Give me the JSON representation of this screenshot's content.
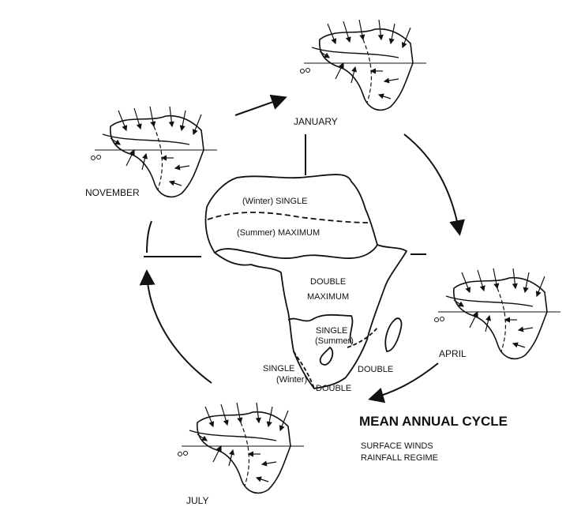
{
  "title": "MEAN ANNUAL CYCLE",
  "subtitle_lines": [
    "SURFACE WINDS",
    "RAINFALL REGIME"
  ],
  "months": {
    "january": "JANUARY",
    "april": "APRIL",
    "july": "JULY",
    "november": "NOVEMBER"
  },
  "regimes": {
    "north_winter": "(Winter) SINGLE",
    "north_summer": "(Summer) MAXIMUM",
    "double_1": "DOUBLE",
    "double_2": "MAXIMUM",
    "single_summer_1": "SINGLE",
    "single_summer_2": "(Summer)",
    "single_winter_1": "SINGLE",
    "single_winter_2": "(Winter)",
    "double_east": "DOUBLE",
    "double_south": "DOUBLE"
  },
  "colors": {
    "ink": "#111111",
    "background": "#ffffff"
  }
}
